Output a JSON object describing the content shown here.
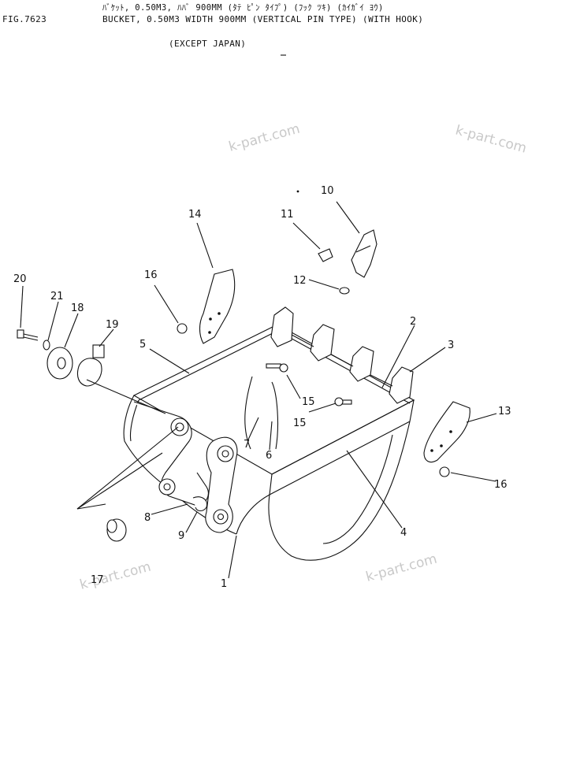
{
  "header": {
    "fig_number": "FIG.7623",
    "title_japanese": "ﾊﾞｹｯﾄ, 0.50M3, ﾊﾊﾞ 900MM (ﾀﾃ ﾋﾟﾝ ﾀｲﾌﾟ) (ﾌｯｸ ﾂｷ) (ｶｲｶﾞｲ ﾖｳ)",
    "title_english": "BUCKET, 0.50M3 WIDTH 900MM (VERTICAL PIN TYPE) (WITH HOOK)",
    "subtitle": "(EXCEPT JAPAN)"
  },
  "watermark": "k-part.com",
  "callouts": [
    "1",
    "2",
    "3",
    "4",
    "5",
    "6",
    "7",
    "8",
    "9",
    "10",
    "11",
    "12",
    "13",
    "14",
    "15",
    "15",
    "16",
    "16",
    "17",
    "18",
    "19",
    "20",
    "21"
  ]
}
